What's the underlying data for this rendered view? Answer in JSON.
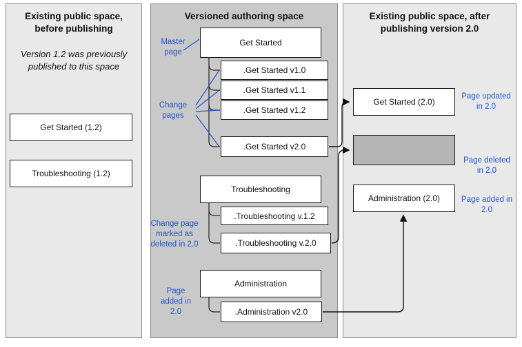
{
  "panels": {
    "left": {
      "title": "Existing public space, before publishing",
      "note": "Version 1.2 was previously published to this space",
      "boxes": [
        {
          "label": "Get Started (1.2)"
        },
        {
          "label": "Troubleshooting (1.2)"
        }
      ]
    },
    "middle": {
      "title": "Versioned authoring space",
      "groups": [
        {
          "master": "Get Started",
          "changes": [
            ".Get Started v1.0",
            ".Get Started v1.1",
            ".Get Started v1.2",
            ".Get Started v2.0"
          ]
        },
        {
          "master": "Troubleshooting",
          "changes": [
            ".Troubleshooting v.1.2",
            ".Troubleshooting v.2.0"
          ]
        },
        {
          "master": "Administration",
          "changes": [
            ".Administration v2.0"
          ]
        }
      ],
      "labels": {
        "master_page": "Master page",
        "change_pages": "Change pages",
        "deleted_note": "Change page marked as deleted in 2.0",
        "added_note": "Page added in 2.0"
      }
    },
    "right": {
      "title": "Existing public space, after publishing version 2.0",
      "boxes": [
        {
          "label": "Get Started (2.0)",
          "note": "Page updated in 2.0"
        },
        {
          "label": "",
          "note": "Page deleted in 2.0"
        },
        {
          "label": "Administration (2.0)",
          "note": "Page added in 2.0"
        }
      ]
    }
  },
  "colors": {
    "panel_light": "#e9e9e9",
    "panel_dark": "#c9c9c9",
    "box_fill": "#ffffff",
    "deleted_box_fill": "#b5b5b5",
    "box_border": "#1a1a1a",
    "accent_blue": "#2155cc",
    "arrow_black": "#111111"
  }
}
